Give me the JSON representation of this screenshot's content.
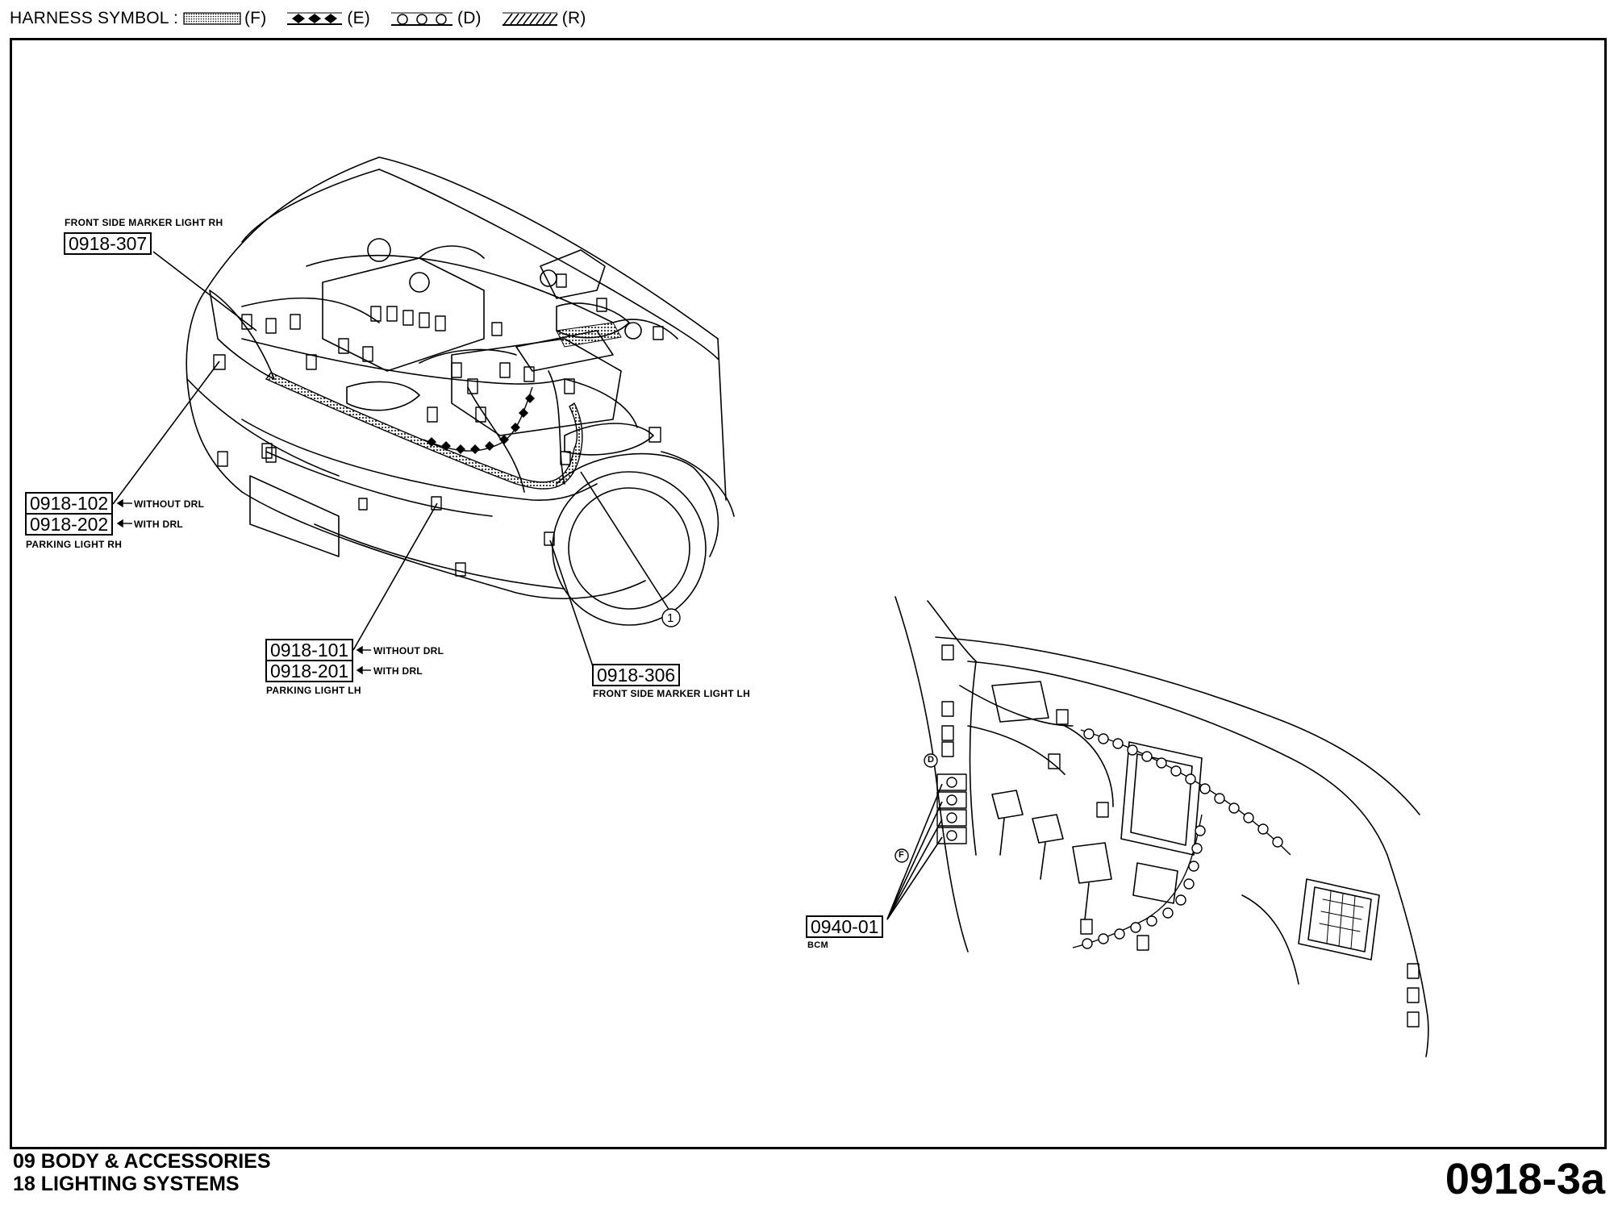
{
  "header": {
    "label": "HARNESS SYMBOL :",
    "legend": [
      {
        "code": "(F)",
        "icon": "dotted-fill-harness-icon"
      },
      {
        "code": "(E)",
        "icon": "diamond-chain-harness-icon"
      },
      {
        "code": "(D)",
        "icon": "circle-chain-harness-icon"
      },
      {
        "code": "(R)",
        "icon": "hatched-harness-icon"
      }
    ]
  },
  "callouts": {
    "c307": {
      "code": "0918-307",
      "title": "FRONT SIDE MARKER LIGHT RH"
    },
    "c102": {
      "code": "0918-102",
      "note": "WITHOUT DRL"
    },
    "c202": {
      "code": "0918-202",
      "note": "WITH DRL",
      "title": "PARKING LIGHT RH"
    },
    "c101": {
      "code": "0918-101",
      "note": "WITHOUT DRL"
    },
    "c201": {
      "code": "0918-201",
      "note": "WITH DRL",
      "title": "PARKING LIGHT LH"
    },
    "c306": {
      "code": "0918-306",
      "title": "FRONT SIDE MARKER LIGHT LH"
    },
    "c0940": {
      "code": "0940-01",
      "title": "BCM"
    }
  },
  "markers": {
    "circle_one": "1",
    "f": "F",
    "d": "D"
  },
  "footer": {
    "section_line1": "09  BODY & ACCESSORIES",
    "section_line2": "18  LIGHTING SYSTEMS",
    "page_code": "0918-3a"
  }
}
